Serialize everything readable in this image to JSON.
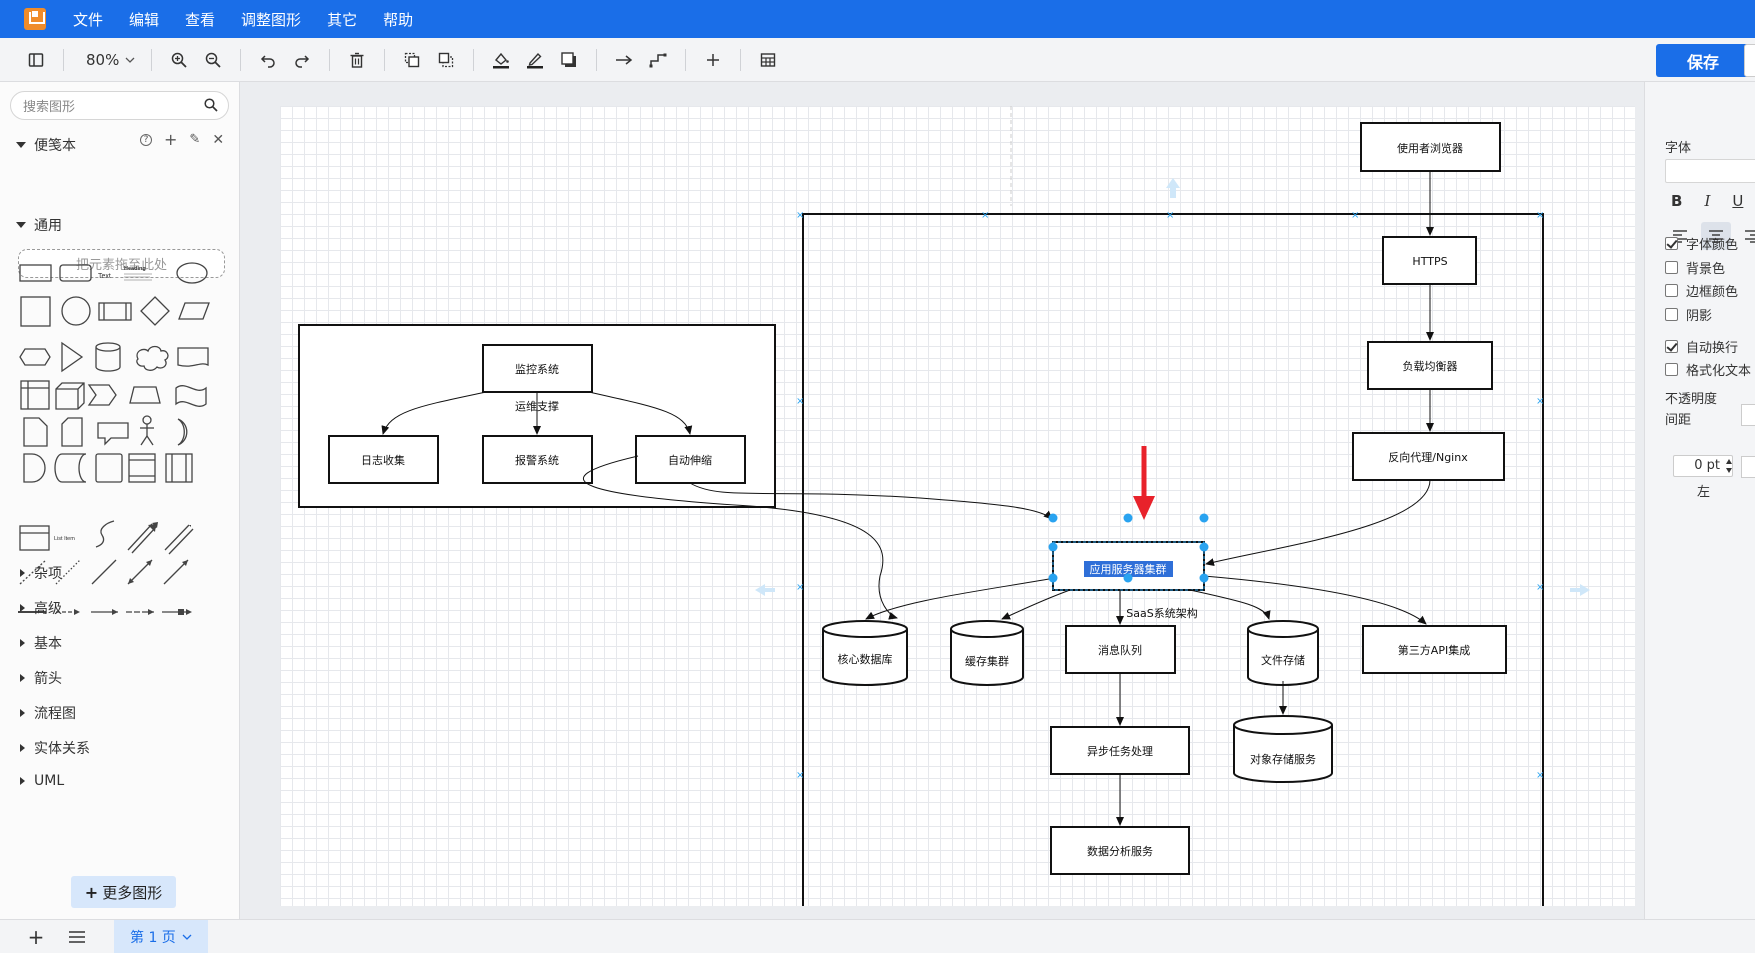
{
  "menubar": {
    "items": [
      "文件",
      "编辑",
      "查看",
      "调整图形",
      "其它",
      "帮助"
    ]
  },
  "toolbar": {
    "zoom": "80%",
    "save_label": "保存"
  },
  "sidebar": {
    "search_placeholder": "搜索图形",
    "scratchpad_title": "便笺本",
    "dropzone_text": "把元素拖至此处",
    "general_title": "通用",
    "shape_text_label": "Text",
    "shape_heading_label": "Heading",
    "shape_list_label": "List Item",
    "collapsed_sections": [
      "杂项",
      "高级",
      "基本",
      "箭头",
      "流程图",
      "实体关系",
      "UML"
    ],
    "more_shapes_label": "更多图形"
  },
  "diagram": {
    "ops_group": {
      "title": "监控系统",
      "subtitle": "运维支撑",
      "children": [
        "日志收集",
        "报警系统",
        "自动伸缩"
      ]
    },
    "main": {
      "browser": "使用者浏览器",
      "https": "HTTPS",
      "lb": "负载均衡器",
      "proxy": "反向代理/Nginx",
      "app_cluster": "应用服务器集群",
      "app_caption": "SaaS系统架构",
      "core_db": "核心数据库",
      "cache": "缓存集群",
      "mq": "消息队列",
      "file_storage": "文件存储",
      "third_party": "第三方API集成",
      "async": "异步任务处理",
      "object_storage": "对象存储服务",
      "analytics": "数据分析服务"
    }
  },
  "format_panel": {
    "font_label": "字体",
    "bold": "B",
    "italic": "I",
    "underline": "U",
    "font_color": {
      "label": "字体颜色",
      "checked": true
    },
    "background": {
      "label": "背景色",
      "checked": false
    },
    "border_color": {
      "label": "边框颜色",
      "checked": false
    },
    "shadow": {
      "label": "阴影",
      "checked": false
    },
    "word_wrap": {
      "label": "自动换行",
      "checked": true
    },
    "formatted_text": {
      "label": "格式化文本",
      "checked": false
    },
    "opacity_label": "不透明度",
    "spacing_label": "间距",
    "spacing_value": "0 pt",
    "left_label": "左"
  },
  "bottombar": {
    "page_tab": "第 1 页"
  },
  "colors": {
    "brand": "#1a6ee8",
    "selection": "#29a3f0",
    "annotation_arrow": "#e8222b"
  }
}
